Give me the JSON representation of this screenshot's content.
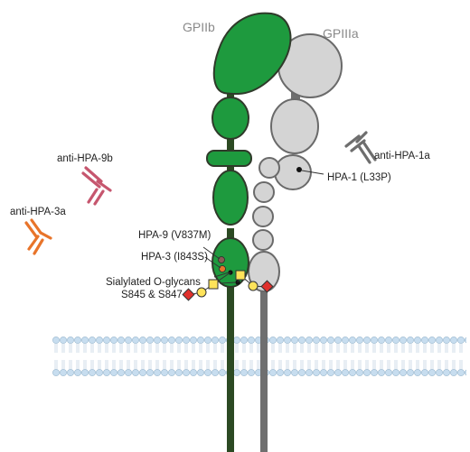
{
  "labels": {
    "gpiib": "GPIIb",
    "gpiiia": "GPIIIa",
    "anti_hpa_1a": "anti-HPA-1a",
    "anti_hpa_9b": "anti-HPA-9b",
    "anti_hpa_3a": "anti-HPA-3a",
    "hpa_1": "HPA-1 (L33P)",
    "hpa_9": "HPA-9 (V837M)",
    "hpa_3": "HPA-3 (I843S)",
    "glycans_line1": "Sialylated O-glycans",
    "glycans_line2": "S845 & S847"
  },
  "colors": {
    "gpiib_fill": "#1e9a3e",
    "gpiib_stroke": "#2f3a2a",
    "gpiib_stem": "#2c4a23",
    "gpiiia_fill": "#d4d4d4",
    "gpiiia_stroke": "#6a6a6a",
    "gpiiia_stem": "#6f6f6f",
    "anti_hpa_1a": "#6e6e6e",
    "anti_hpa_9b": "#c6566e",
    "anti_hpa_3a": "#e8742a",
    "hpa_9_site": "#8a5a54",
    "hpa_3_site": "#e8742a",
    "hpa_1_site": "#111111",
    "membrane": "#c7ddef",
    "glycan_square": "#ffe35a",
    "glycan_circle": "#ffe35a",
    "glycan_diamond": "#e0302c"
  }
}
